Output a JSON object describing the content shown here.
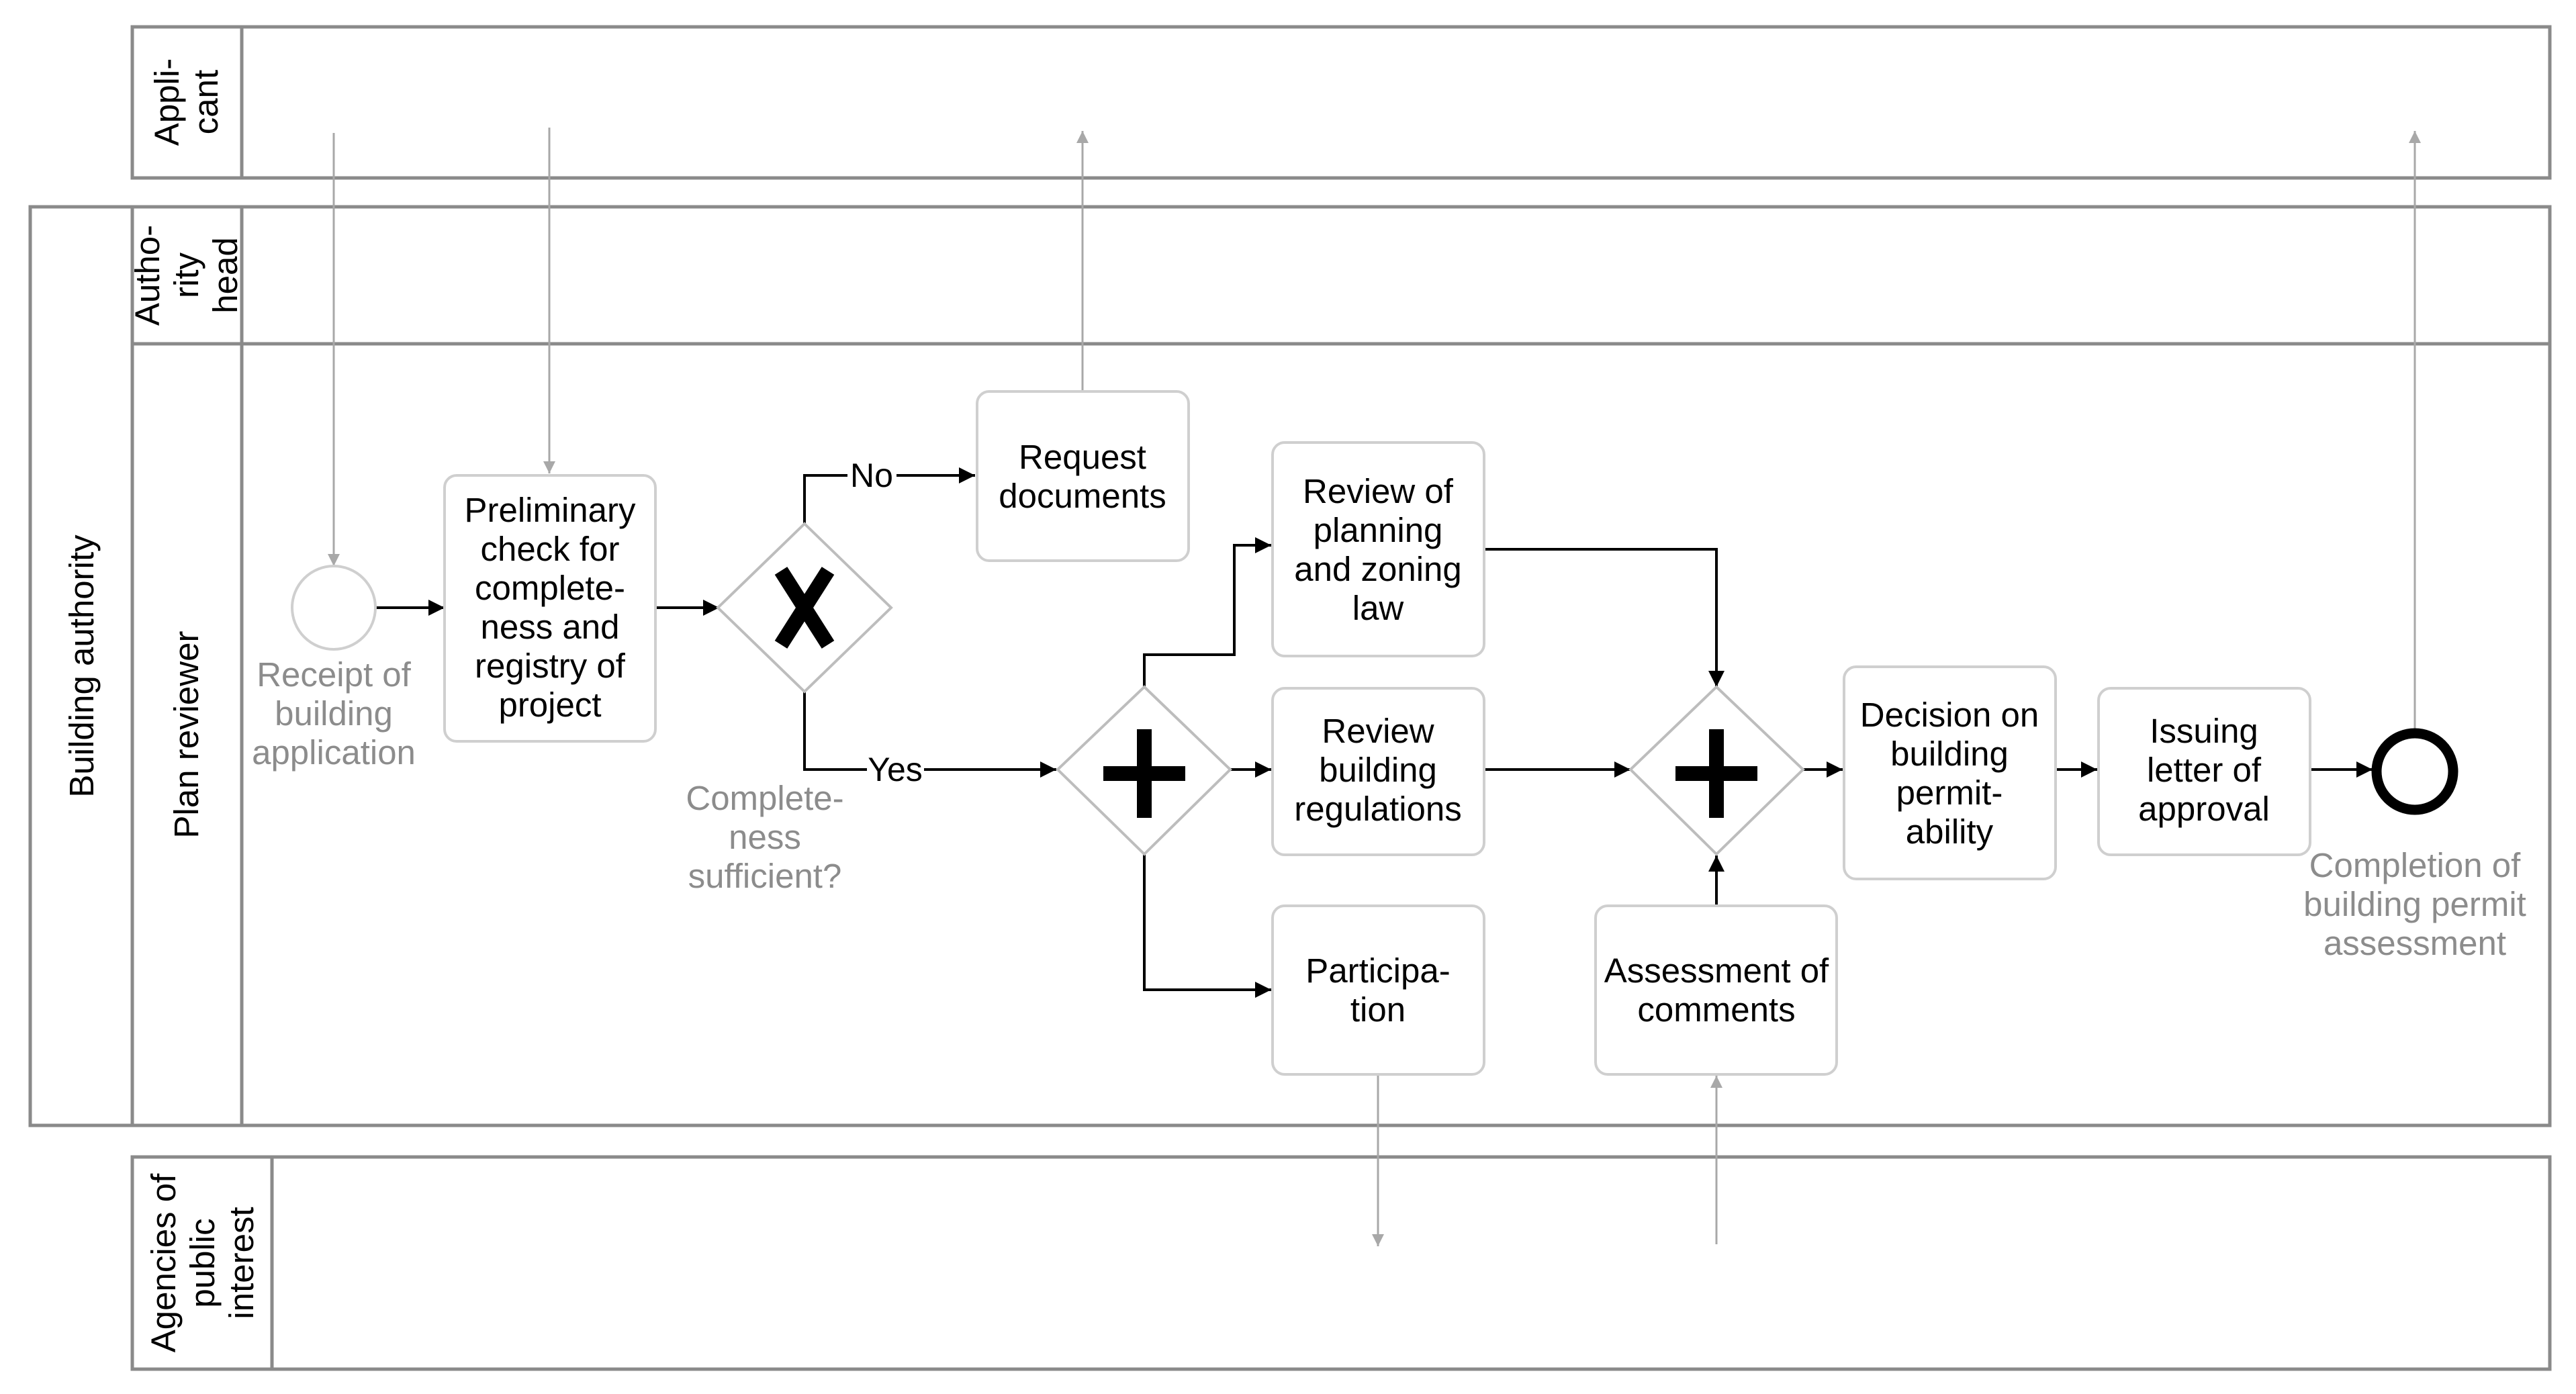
{
  "pools": {
    "applicant": "Appli-\ncant",
    "building_authority": "Building authority",
    "authority_head": "Autho-\nrity\nhead",
    "plan_reviewer": "Plan reviewer",
    "agencies": "Agencies of\npublic\ninterest"
  },
  "events": {
    "start": "Receipt of\nbuilding\napplication",
    "end": "Completion of\nbuilding permit\nassessment"
  },
  "tasks": {
    "preliminary_check": "Preliminary\ncheck for\ncomplete-\nness and\nregistry of\nproject",
    "request_documents": "Request\ndocuments",
    "review_planning": "Review of\nplanning\nand zoning\nlaw",
    "review_regulations": "Review\nbuilding\nregulations",
    "participation": "Participa-\ntion",
    "assessment_comments": "Assessment of\ncomments",
    "decision": "Decision on\nbuilding\npermit-\nability",
    "issuing_letter": "Issuing\nletter of\napproval"
  },
  "gateways": {
    "completeness": "Complete-\nness\nsufficient?"
  },
  "flow_labels": {
    "no": "No",
    "yes": "Yes"
  },
  "colors": {
    "lane_border": "#8a8a8a",
    "task_border": "#cfcfcf",
    "message_flow": "#a8a8a8",
    "secondary_text": "#8c8c8c"
  }
}
